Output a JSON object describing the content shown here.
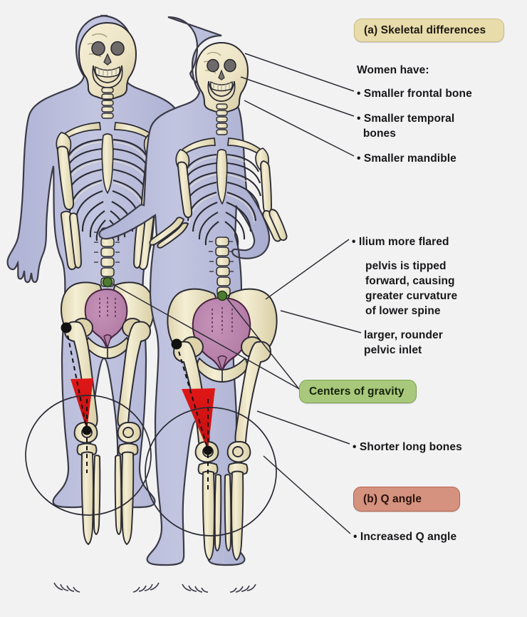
{
  "figure": {
    "title_badge": "(a) Skeletal differences",
    "section_b_badge": "(b) Q angle",
    "cog_badge": "Centers of gravity",
    "intro": "Women have:",
    "annotations": [
      {
        "id": "frontal",
        "text": "• Smaller frontal bone"
      },
      {
        "id": "temporal",
        "text": "• Smaller temporal\n  bones"
      },
      {
        "id": "mandible",
        "text": "• Smaller mandible"
      },
      {
        "id": "ilium",
        "text": "• Ilium more flared"
      },
      {
        "id": "pelvistip",
        "text": "pelvis is tipped\nforward, causing\ngreater curvature\nof lower spine"
      },
      {
        "id": "inlet",
        "text": "larger, rounder\npelvic inlet"
      },
      {
        "id": "shorter",
        "text": "• Shorter long bones"
      },
      {
        "id": "incq",
        "text": "• Increased Q angle"
      }
    ]
  },
  "colors": {
    "background": "#f2f2f3",
    "badge_skeletal_fill": "#e8dcaa",
    "badge_cog_fill": "#a8c97b",
    "badge_qangle_fill": "#d4927f",
    "body_silhouette": "#b9bcda",
    "bone": "#f0e9cc",
    "bone_shadow": "#d8cfa8",
    "sacrum_pelvic_inlet": "#b87fa8",
    "q_angle_wedge": "#d91f1f",
    "cog_marker": "#4e7a32",
    "asis_marker": "#111111",
    "outline": "#2b2b33",
    "leader_line": "#2d2d35",
    "text": "#17171a"
  },
  "figures": {
    "left": {
      "label": "male skeleton",
      "q_angle_degrees_relative": "smaller"
    },
    "right": {
      "label": "female skeleton",
      "q_angle_degrees_relative": "larger"
    }
  }
}
